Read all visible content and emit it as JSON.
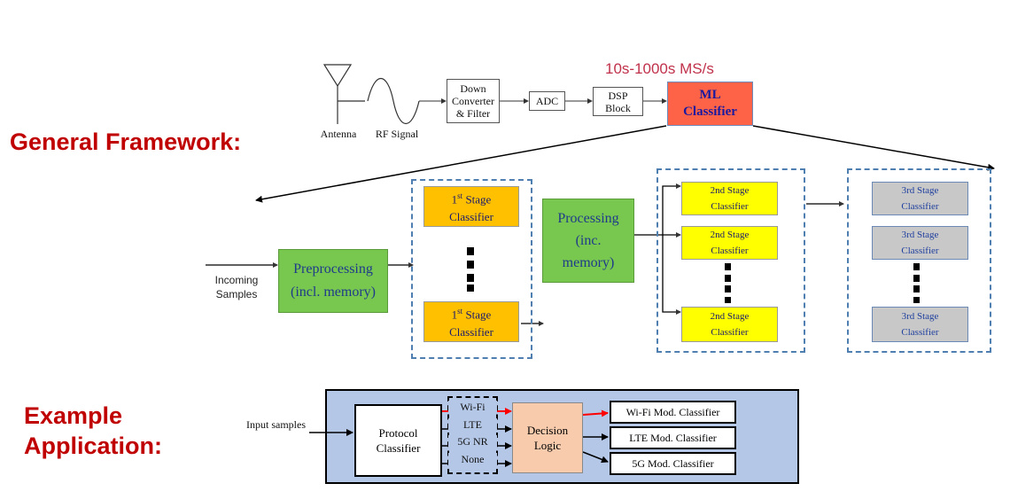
{
  "headings": {
    "general": "General Framework:",
    "example_line1": "Example",
    "example_line2": "Application:"
  },
  "top_chain": {
    "rate": "10s-1000s MS/s",
    "antenna": "Antenna",
    "rf_signal": "RF Signal",
    "down_converter": [
      "Down",
      "Converter",
      "& Filter"
    ],
    "adc": "ADC",
    "dsp": [
      "DSP",
      "Block"
    ],
    "ml_classifier": [
      "ML",
      "Classifier"
    ]
  },
  "framework": {
    "incoming": [
      "Incoming",
      "Samples"
    ],
    "preprocessing": [
      "Preprocessing",
      "(incl. memory)"
    ],
    "stage1": [
      "1",
      "st",
      " Stage",
      "Classifier"
    ],
    "processing": [
      "Processing",
      "(inc.",
      "memory)"
    ],
    "stage2": [
      "2nd Stage",
      "Classifier"
    ],
    "stage3": [
      "3rd Stage",
      "Classifier"
    ]
  },
  "example": {
    "input_samples": "Input samples",
    "protocol_classifier": [
      "Protocol",
      "Classifier"
    ],
    "protocols": [
      "Wi-Fi",
      "LTE",
      "5G NR",
      "None"
    ],
    "decision_logic": [
      "Decision",
      "Logic"
    ],
    "outputs": [
      "Wi-Fi Mod. Classifier",
      "LTE Mod. Classifier",
      "5G Mod. Classifier"
    ]
  },
  "colors": {
    "heading": "#c00000",
    "ml_classifier": "#ff6347",
    "stage1": "#ffc000",
    "stage2": "#ffff00",
    "stage3": "#c8c8c8",
    "green": "#78c850",
    "example_bg": "#b4c7e7",
    "decision": "#f8cbad",
    "highlight_arrow": "#ff0000"
  }
}
